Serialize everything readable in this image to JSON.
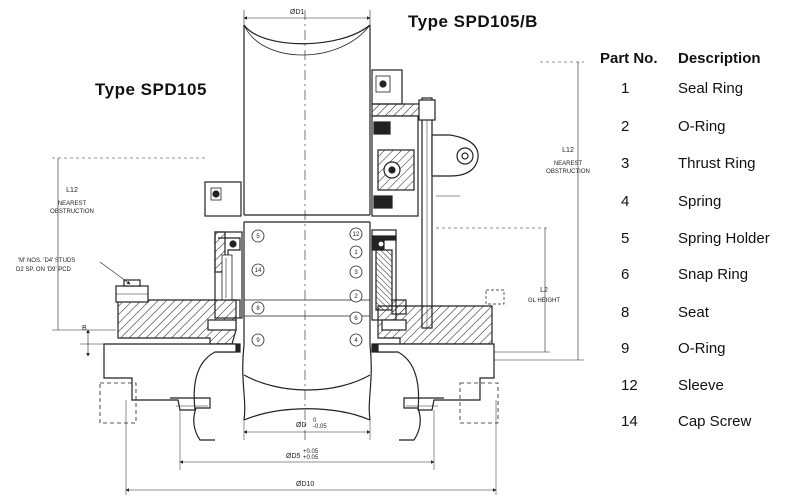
{
  "titles": {
    "left": "Type SPD105",
    "right": "Type SPD105/B"
  },
  "parts_table": {
    "header_no": "Part No.",
    "header_desc": "Description",
    "rows": [
      {
        "no": "1",
        "desc": "Seal Ring"
      },
      {
        "no": "2",
        "desc": "O-Ring"
      },
      {
        "no": "3",
        "desc": "Thrust Ring"
      },
      {
        "no": "4",
        "desc": "Spring"
      },
      {
        "no": "5",
        "desc": "Spring Holder"
      },
      {
        "no": "6",
        "desc": "Snap Ring"
      },
      {
        "no": "8",
        "desc": "Seat"
      },
      {
        "no": "9",
        "desc": "O-Ring"
      },
      {
        "no": "12",
        "desc": "Sleeve"
      },
      {
        "no": "14",
        "desc": "Cap Screw"
      }
    ]
  },
  "drawing": {
    "dims": {
      "od_top": "ØD1",
      "od": "ØD",
      "od_tol": "-0.05",
      "od_tol_top": "0",
      "od5": "ØD5",
      "od5_tol_top": "+0.05",
      "od5_tol_bottom": "+0.05",
      "od10": "ØD10",
      "l12_left": "L12",
      "l12_right": "L12",
      "nearest": "NEAREST",
      "obstruction": "OBSTRUCTION",
      "l2": "L2",
      "gl_height": "GL HEIGHT",
      "b": "B"
    },
    "studs_note_1": "'M' NOS. 'D4' STUDS",
    "studs_note_2": "D2 SP. ON 'D9' PCD",
    "callouts_left": [
      "5",
      "14",
      "8",
      "9"
    ],
    "callouts_right": [
      "12",
      "1",
      "3",
      "2",
      "6",
      "4"
    ]
  }
}
